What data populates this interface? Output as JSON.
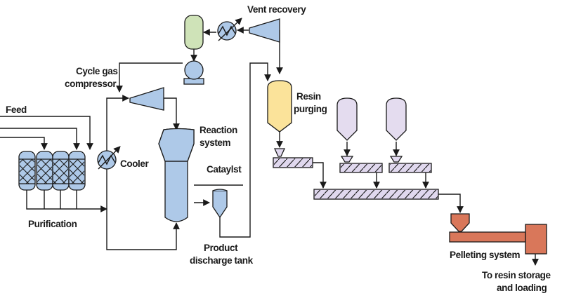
{
  "labels": {
    "vent_recovery": "Vent recovery",
    "cycle_gas_1": "Cycle gas",
    "cycle_gas_2": "compressor",
    "resin_1": "Resin",
    "resin_2": "purging",
    "feed": "Feed",
    "reaction_1": "Reaction",
    "reaction_2": "system",
    "catalyst": "Cataylst",
    "cooler": "Cooler",
    "purification": "Purification",
    "product_1": "Product",
    "product_2": "discharge tank",
    "pelleting": "Pelleting system",
    "storage_1": "To resin storage",
    "storage_2": "and loading"
  },
  "colors": {
    "vessel_blue": "#aec9e8",
    "separator_green": "#cfe3b8",
    "purge_yellow": "#fbe39a",
    "hopper_lavender": "#e4dcef",
    "screw_lavender": "#e0d8ee",
    "pellet_orange": "#d9775a",
    "line": "#1a1a1a"
  }
}
